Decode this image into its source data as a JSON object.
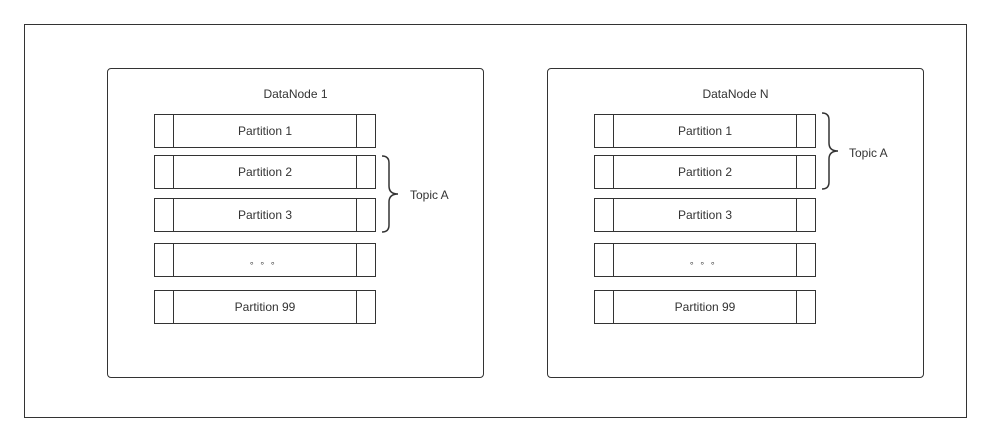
{
  "diagram": {
    "nodes": [
      {
        "title": "DataNode 1",
        "partitions": [
          "Partition 1",
          "Partition 2",
          "Partition 3",
          "。。。",
          "Partition 99"
        ],
        "topic_label": "Topic A",
        "topic_partitions": [
          "Partition 2",
          "Partition 3"
        ]
      },
      {
        "title": "DataNode N",
        "partitions": [
          "Partition 1",
          "Partition 2",
          "Partition 3",
          "。。。",
          "Partition 99"
        ],
        "topic_label": "Topic A",
        "topic_partitions": [
          "Partition 1",
          "Partition 2"
        ]
      }
    ]
  }
}
